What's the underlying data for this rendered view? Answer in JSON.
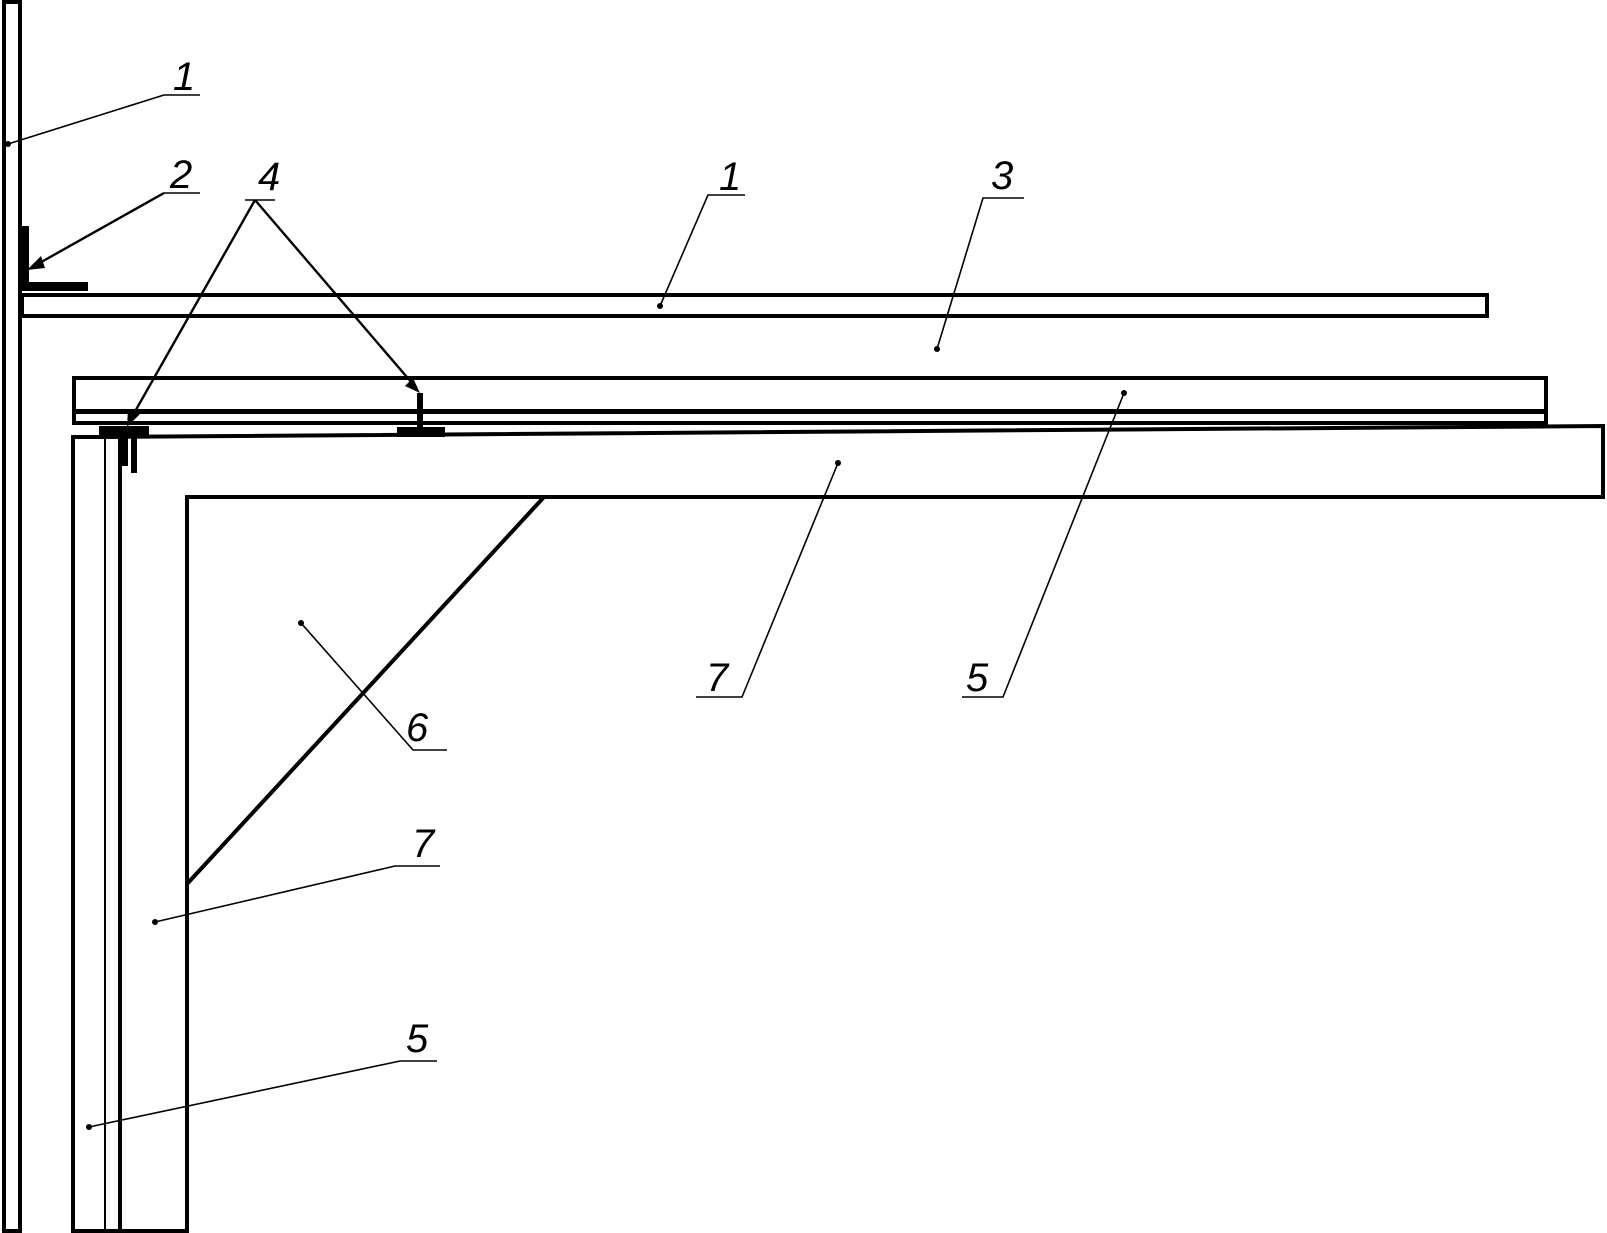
{
  "callouts": [
    {
      "id": "wall-top",
      "label": "1"
    },
    {
      "id": "bracket",
      "label": "2"
    },
    {
      "id": "slab",
      "label": "1"
    },
    {
      "id": "gap",
      "label": "3"
    },
    {
      "id": "fasteners",
      "label": "4"
    },
    {
      "id": "panel-horizontal",
      "label": "5"
    },
    {
      "id": "box-horizontal",
      "label": "7"
    },
    {
      "id": "brace",
      "label": "6"
    },
    {
      "id": "box-vertical",
      "label": "7"
    },
    {
      "id": "panel-vertical",
      "label": "5"
    }
  ],
  "colors": {
    "line": "#000000",
    "background": "#ffffff"
  }
}
